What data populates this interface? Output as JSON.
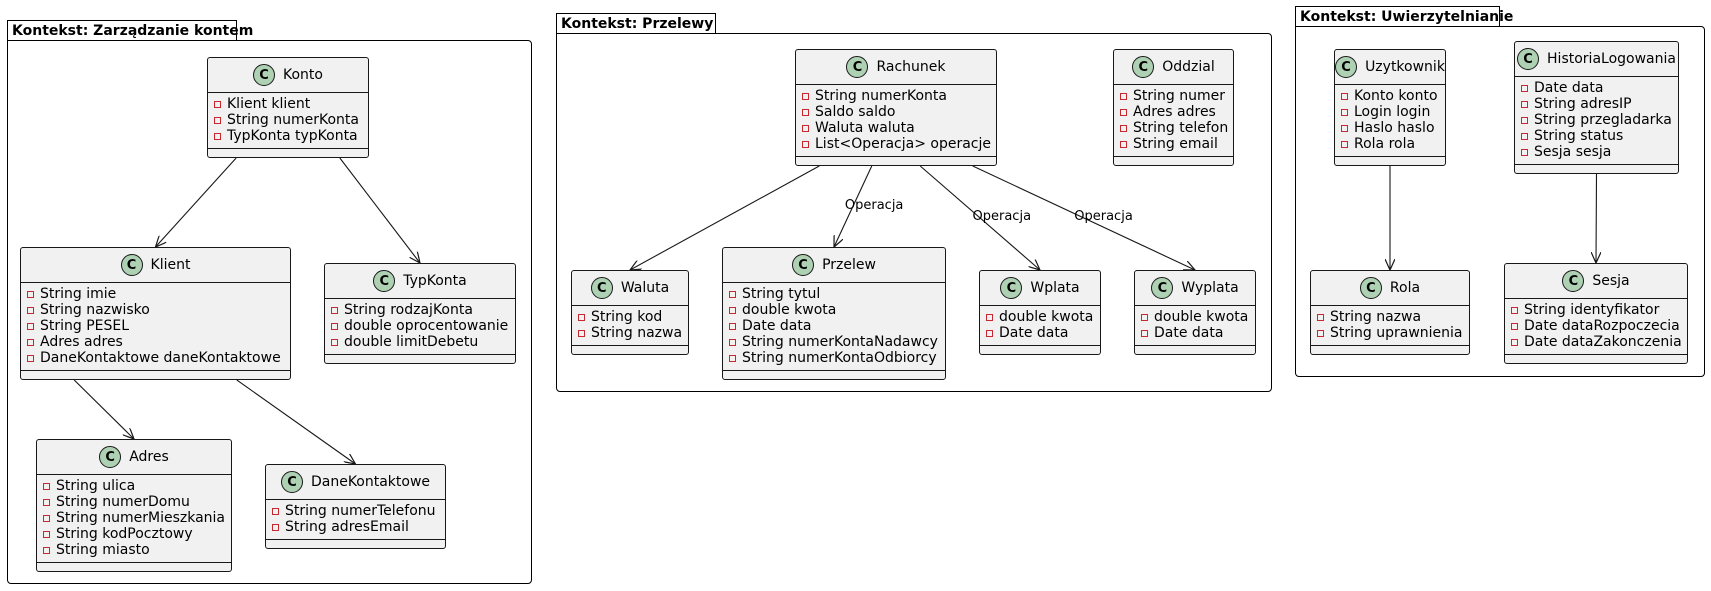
{
  "packages": {
    "konta": "Kontekst: Zarządzanie kontem",
    "przelewy": "Kontekst: Przelewy",
    "auth": "Kontekst: Uwierzytelnianie"
  },
  "class_icon": "C",
  "classes": {
    "konto": {
      "name": "Konto",
      "attrs": [
        "Klient klient",
        "String numerKonta",
        "TypKonta typKonta"
      ]
    },
    "klient": {
      "name": "Klient",
      "attrs": [
        "String imie",
        "String nazwisko",
        "String PESEL",
        "Adres adres",
        "DaneKontaktowe daneKontaktowe"
      ]
    },
    "typkonta": {
      "name": "TypKonta",
      "attrs": [
        "String rodzajKonta",
        "double oprocentowanie",
        "double limitDebetu"
      ]
    },
    "adres": {
      "name": "Adres",
      "attrs": [
        "String ulica",
        "String numerDomu",
        "String numerMieszkania",
        "String kodPocztowy",
        "String miasto"
      ]
    },
    "danekontaktowe": {
      "name": "DaneKontaktowe",
      "attrs": [
        "String numerTelefonu",
        "String adresEmail"
      ]
    },
    "rachunek": {
      "name": "Rachunek",
      "attrs": [
        "String numerKonta",
        "Saldo saldo",
        "Waluta waluta",
        "List<Operacja> operacje"
      ]
    },
    "oddzial": {
      "name": "Oddzial",
      "attrs": [
        "String numer",
        "Adres adres",
        "String telefon",
        "String email"
      ]
    },
    "waluta": {
      "name": "Waluta",
      "attrs": [
        "String kod",
        "String nazwa"
      ]
    },
    "przelew": {
      "name": "Przelew",
      "attrs": [
        "String tytul",
        "double kwota",
        "Date data",
        "String numerKontaNadawcy",
        "String numerKontaOdbiorcy"
      ]
    },
    "wplata": {
      "name": "Wplata",
      "attrs": [
        "double kwota",
        "Date data"
      ]
    },
    "wyplata": {
      "name": "Wyplata",
      "attrs": [
        "double kwota",
        "Date data"
      ]
    },
    "uzytkownik": {
      "name": "Uzytkownik",
      "attrs": [
        "Konto konto",
        "Login login",
        "Haslo haslo",
        "Rola rola"
      ]
    },
    "historia": {
      "name": "HistoriaLogowania",
      "attrs": [
        "Date data",
        "String adresIP",
        "String przegladarka",
        "String status",
        "Sesja sesja"
      ]
    },
    "rola": {
      "name": "Rola",
      "attrs": [
        "String nazwa",
        "String uprawnienia"
      ]
    },
    "sesja": {
      "name": "Sesja",
      "attrs": [
        "String identyfikator",
        "Date dataRozpoczecia",
        "Date dataZakonczenia"
      ]
    }
  },
  "edges": [
    {
      "from": "konto",
      "to": "klient",
      "label": ""
    },
    {
      "from": "konto",
      "to": "typkonta",
      "label": ""
    },
    {
      "from": "klient",
      "to": "adres",
      "label": ""
    },
    {
      "from": "klient",
      "to": "danekontaktowe",
      "label": ""
    },
    {
      "from": "rachunek",
      "to": "waluta",
      "label": ""
    },
    {
      "from": "rachunek",
      "to": "przelew",
      "label": "Operacja"
    },
    {
      "from": "rachunek",
      "to": "wplata",
      "label": "Operacja"
    },
    {
      "from": "rachunek",
      "to": "wyplata",
      "label": "Operacja"
    },
    {
      "from": "uzytkownik",
      "to": "rola",
      "label": ""
    },
    {
      "from": "historia",
      "to": "sesja",
      "label": ""
    }
  ],
  "colors": {
    "class_fill": "#f1f1f1",
    "class_icon": "#add1b2",
    "private_marker": "#c82930",
    "line": "#181818"
  }
}
